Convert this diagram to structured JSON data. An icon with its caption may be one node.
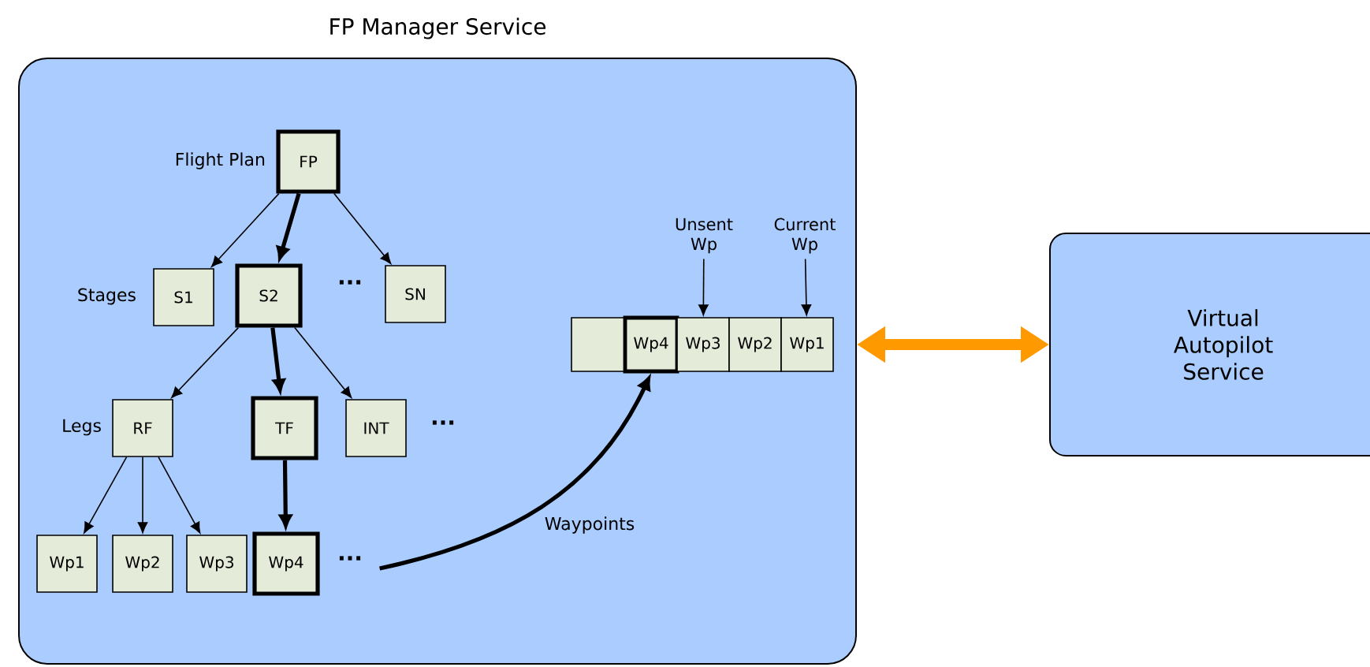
{
  "diagram": {
    "nodes": [
      {
        "text": [
          "FP Manager Service"
        ]
      },
      {
        "text": [
          "FP"
        ],
        "in": 0,
        "beside": [
          "Flight Plan"
        ]
      },
      {
        "text": [
          "S1"
        ],
        "in": 0,
        "beside": [
          "Stages"
        ]
      },
      {
        "text": [
          "S2"
        ],
        "in": 0
      },
      {
        "text": [
          "SN"
        ],
        "in": 0
      },
      {
        "text": [
          "RF"
        ],
        "in": 0,
        "beside": [
          "Legs"
        ]
      },
      {
        "text": [
          "TF"
        ],
        "in": 0
      },
      {
        "text": [
          "INT"
        ],
        "in": 0
      },
      {
        "text": [
          "Wp1"
        ],
        "in": 0
      },
      {
        "text": [
          "Wp2"
        ],
        "in": 0
      },
      {
        "text": [
          "Wp3"
        ],
        "in": 0
      },
      {
        "text": [
          "Wp4"
        ],
        "in": 0
      },
      {
        "text": [],
        "shape": "box",
        "in": 0
      },
      {
        "text": [
          "Wp4"
        ],
        "in": 0
      },
      {
        "text": [
          "Wp3"
        ],
        "in": 0
      },
      {
        "text": [
          "Wp2"
        ],
        "in": 0
      },
      {
        "text": [
          "Wp1"
        ],
        "in": 0
      },
      {
        "text": [
          "Unsent Wp"
        ],
        "in": 0
      },
      {
        "text": [
          "Current Wp"
        ],
        "in": 0
      },
      {
        "text": [
          "Virtual Autopilot Service"
        ]
      }
    ],
    "edges": [
      {
        "from": 1,
        "to": 2,
        "arrow": "to"
      },
      {
        "from": 1,
        "to": 3,
        "arrow": "to",
        "style": "thick"
      },
      {
        "from": 1,
        "to": 4,
        "arrow": "to"
      },
      {
        "from": 3,
        "to": 5,
        "arrow": "to"
      },
      {
        "from": 3,
        "to": 6,
        "arrow": "to",
        "style": "thick"
      },
      {
        "from": 3,
        "to": 7,
        "arrow": "to"
      },
      {
        "from": 5,
        "to": 8,
        "arrow": "to"
      },
      {
        "from": 5,
        "to": 9,
        "arrow": "to"
      },
      {
        "from": 5,
        "to": 10,
        "arrow": "to"
      },
      {
        "from": 6,
        "to": 11,
        "arrow": "to",
        "style": "thick"
      },
      {
        "from": 11,
        "to": 13,
        "arrow": "to",
        "style": "thick",
        "label": "Waypoints"
      },
      {
        "from": 17,
        "to": 14,
        "arrow": "to"
      },
      {
        "from": 18,
        "to": 16,
        "arrow": "to"
      },
      {
        "from": 0,
        "to": 19,
        "arrow": "both",
        "style": "thick",
        "color": "#ff9900"
      }
    ],
    "labels": [
      "...",
      "...",
      "..."
    ]
  }
}
